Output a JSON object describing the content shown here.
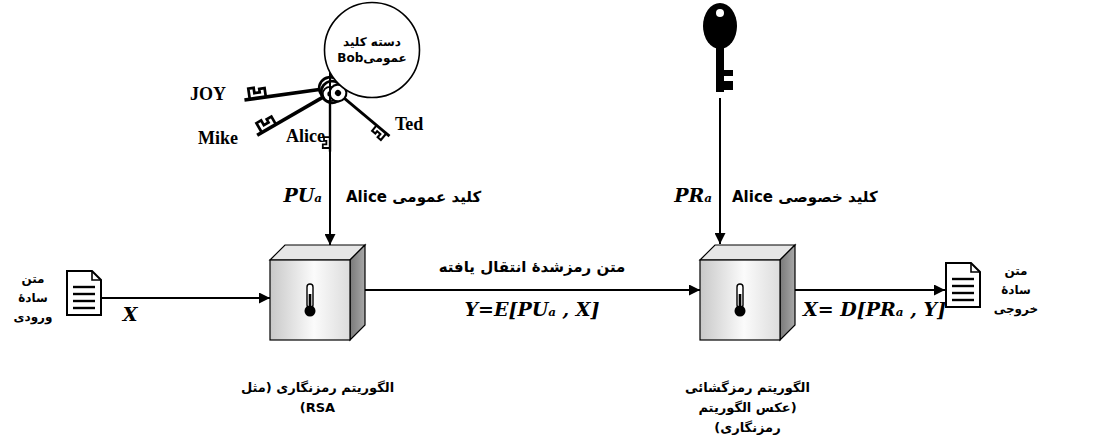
{
  "diagram": {
    "nodes": [
      {
        "text": [
          "دسته کلید عمومیBob"
        ]
      },
      {
        "text": [
          "متن سادهٔ ورودی"
        ]
      },
      {
        "text": [
          "الگوریتم رمزنگاری (مثل RSA)"
        ]
      },
      {
        "text": [
          "الگوریتم رمزگشائی (عکس الگوریتم رمزنگاری)"
        ]
      },
      {
        "text": [
          "متن سادهٔ خروجی"
        ]
      }
    ],
    "edges": [
      {
        "from": 0,
        "to": 2,
        "arrow": "to",
        "label": "PUₐ"
      },
      {
        "from": 1,
        "to": 2,
        "arrow": "to",
        "label": "X"
      },
      {
        "from": 2,
        "to": 3,
        "arrow": "to",
        "label": "متن رمزشدهٔ انتقال یافته"
      },
      {
        "from": 3,
        "to": 4,
        "arrow": "to"
      }
    ],
    "labels": [
      "JOY",
      "Mike",
      "Alice",
      "Ted",
      "کلید عمومی Alice",
      "Y=E[PUₐ , X]",
      "PRₐ",
      "کلید خصوصی Alice",
      "X= D[PRₐ , Y]"
    ]
  }
}
